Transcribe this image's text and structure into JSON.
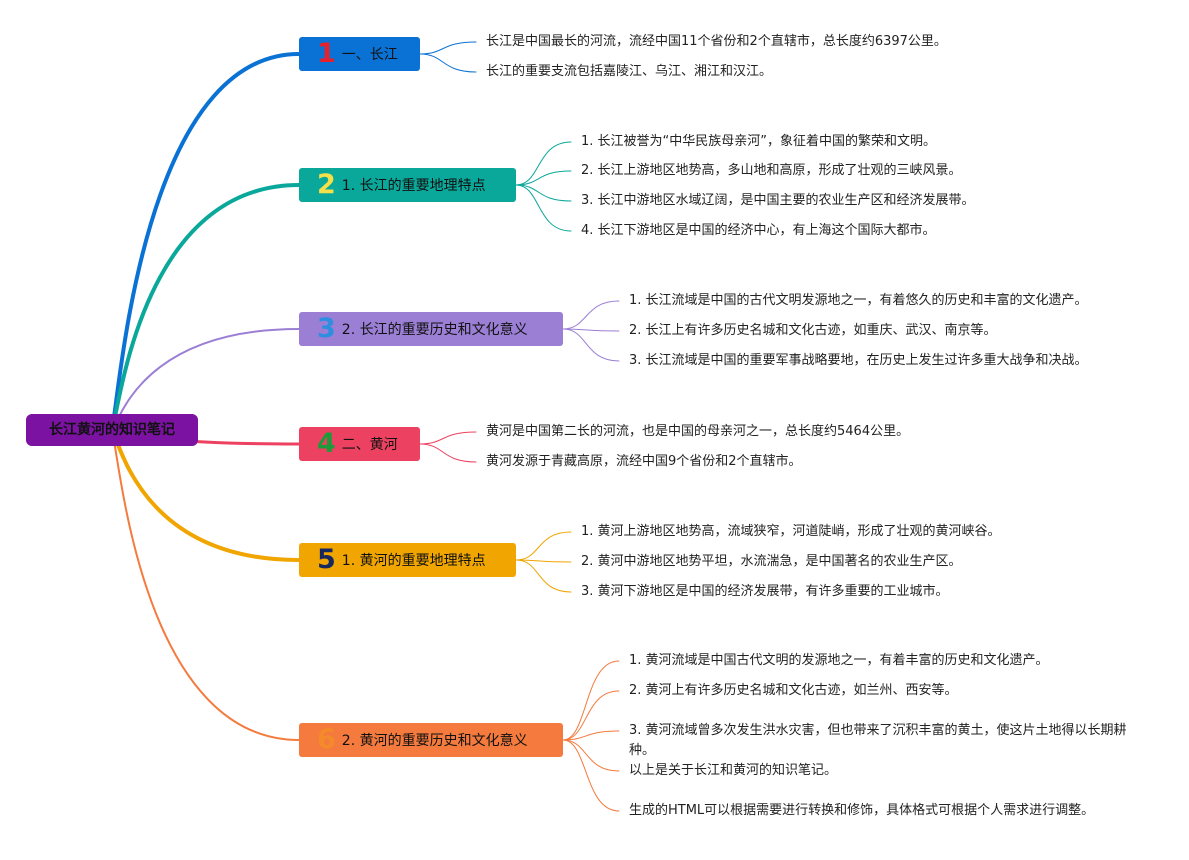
{
  "root": {
    "label": "长江黄河的知识笔记",
    "color": "#7b12a1"
  },
  "branches": [
    {
      "number": "1",
      "label": "一、长江",
      "color": "#0a72d4",
      "badge_color": "#e8202a",
      "children": [
        "长江是中国最长的河流，流经中国11个省份和2个直辖市，总长度约6397公里。",
        "长江的重要支流包括嘉陵江、乌江、湘江和汉江。"
      ]
    },
    {
      "number": "2",
      "label": "1. 长江的重要地理特点",
      "color": "#0aa89a",
      "badge_color": "#f5e04a",
      "children": [
        "1. 长江被誉为“中华民族母亲河”，象征着中国的繁荣和文明。",
        "2. 长江上游地区地势高，多山地和高原，形成了壮观的三峡风景。",
        "3. 长江中游地区水域辽阔，是中国主要的农业生产区和经济发展带。",
        "4. 长江下游地区是中国的经济中心，有上海这个国际大都市。"
      ]
    },
    {
      "number": "3",
      "label": "2. 长江的重要历史和文化意义",
      "color": "#9b7fd4",
      "badge_color": "#2e8fe0",
      "children": [
        "1. 长江流域是中国的古代文明发源地之一，有着悠久的历史和丰富的文化遗产。",
        "2. 长江上有许多历史名城和文化古迹，如重庆、武汉、南京等。",
        "3. 长江流域是中国的重要军事战略要地，在历史上发生过许多重大战争和决战。"
      ]
    },
    {
      "number": "4",
      "label": "二、黄河",
      "color": "#ec4160",
      "badge_color": "#1f9a3a",
      "children": [
        "黄河是中国第二长的河流，也是中国的母亲河之一，总长度约5464公里。",
        "黄河发源于青藏高原，流经中国9个省份和2个直辖市。"
      ]
    },
    {
      "number": "5",
      "label": "1. 黄河的重要地理特点",
      "color": "#f0a500",
      "badge_color": "#16285e",
      "children": [
        "1. 黄河上游地区地势高，流域狭窄，河道陡峭，形成了壮观的黄河峡谷。",
        "2. 黄河中游地区地势平坦，水流湍急，是中国著名的农业生产区。",
        "3. 黄河下游地区是中国的经济发展带，有许多重要的工业城市。"
      ]
    },
    {
      "number": "6",
      "label": "2. 黄河的重要历史和文化意义",
      "color": "#f47a3d",
      "badge_color": "#f58a2a",
      "children": [
        "1. 黄河流域是中国古代文明的发源地之一，有着丰富的历史和文化遗产。",
        "2. 黄河上有许多历史名城和文化古迹，如兰州、西安等。",
        "3. 黄河流域曾多次发生洪水灾害，但也带来了沉积丰富的黄土，使这片土地得以长期耕种。",
        "以上是关于长江和黄河的知识笔记。",
        "生成的HTML可以根据需要进行转换和修饰，具体格式可根据个人需求进行调整。"
      ]
    }
  ]
}
